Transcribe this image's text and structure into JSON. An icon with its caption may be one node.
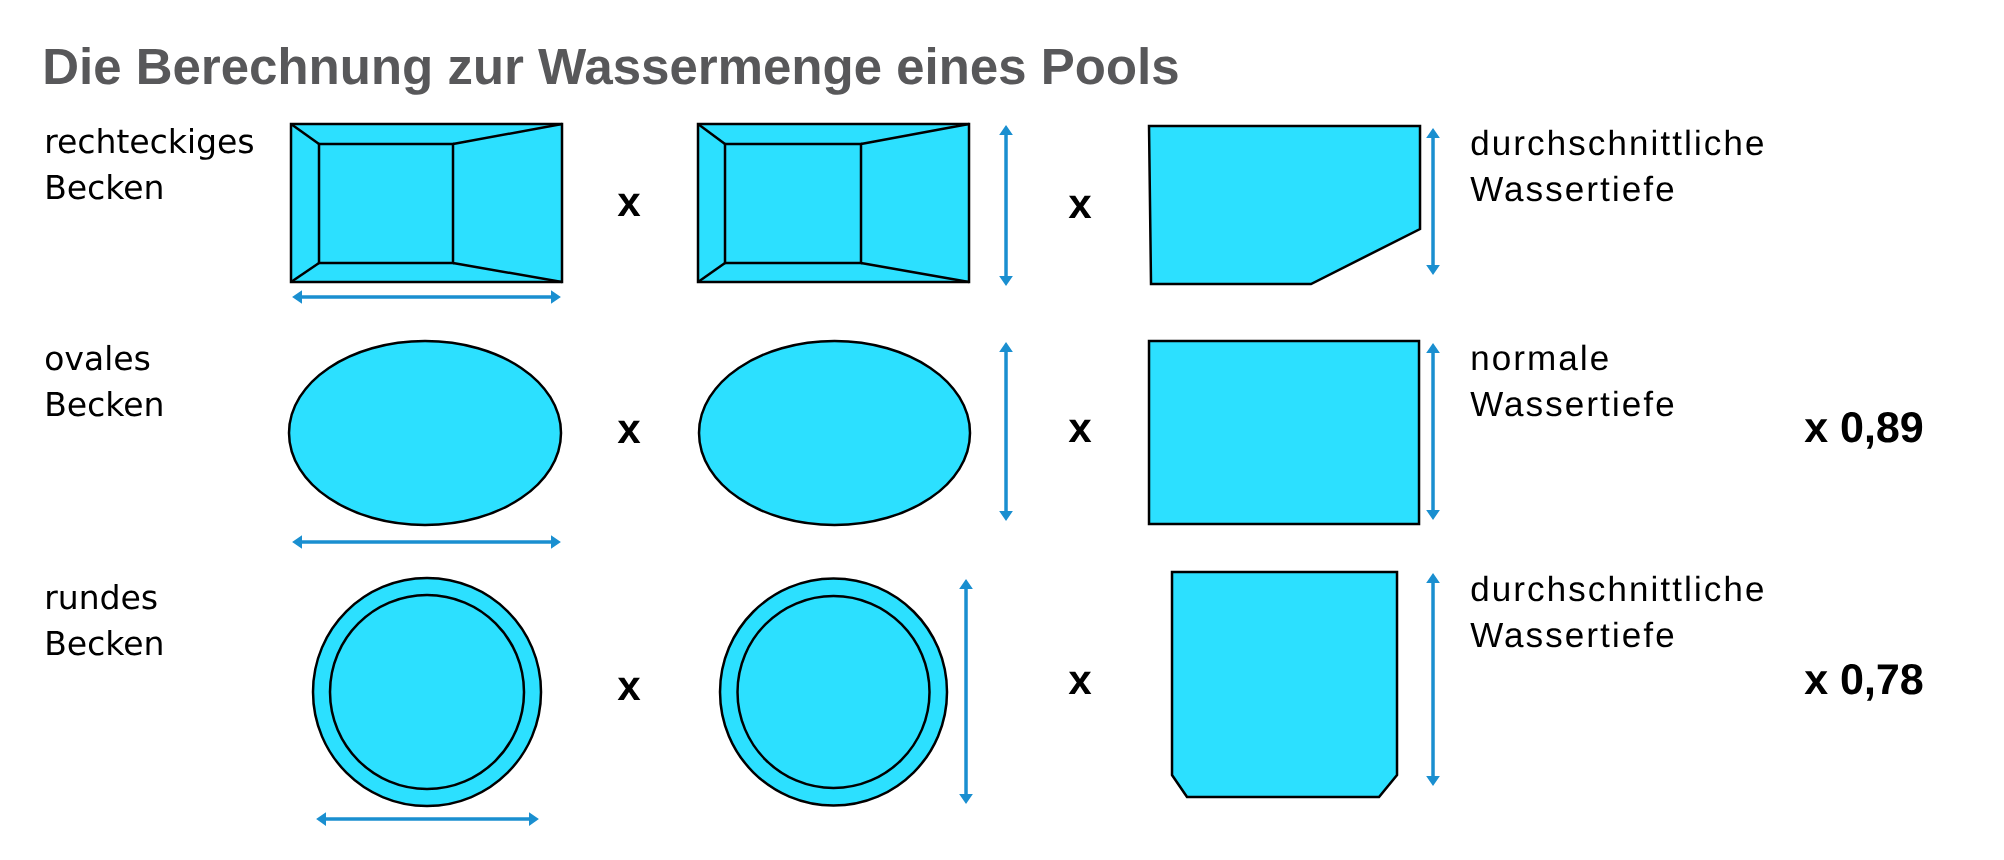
{
  "diagram": {
    "title": "Die Berechnung zur Wassermenge eines Pools",
    "nodes": [
      {
        "text": [],
        "shape": "picture"
      },
      {
        "text": [],
        "shape": "picture"
      },
      {
        "text": [],
        "shape": "polygon"
      },
      {
        "text": [],
        "shape": "ellipse"
      },
      {
        "text": [],
        "shape": "ellipse"
      },
      {
        "text": [],
        "shape": "box"
      },
      {
        "text": [],
        "shape": "circle"
      },
      {
        "text": [],
        "shape": "circle"
      },
      {
        "text": [],
        "shape": "polygon"
      }
    ],
    "labels": [
      "rechteckiges Becken",
      "x",
      "x",
      "durchschnittliche Wassertiefe",
      "ovales Becken",
      "x",
      "x",
      "normale Wassertiefe",
      "x 0,89",
      "rundes Becken",
      "x",
      "x",
      "durchschnittliche Wassertiefe",
      "x 0,78"
    ]
  }
}
